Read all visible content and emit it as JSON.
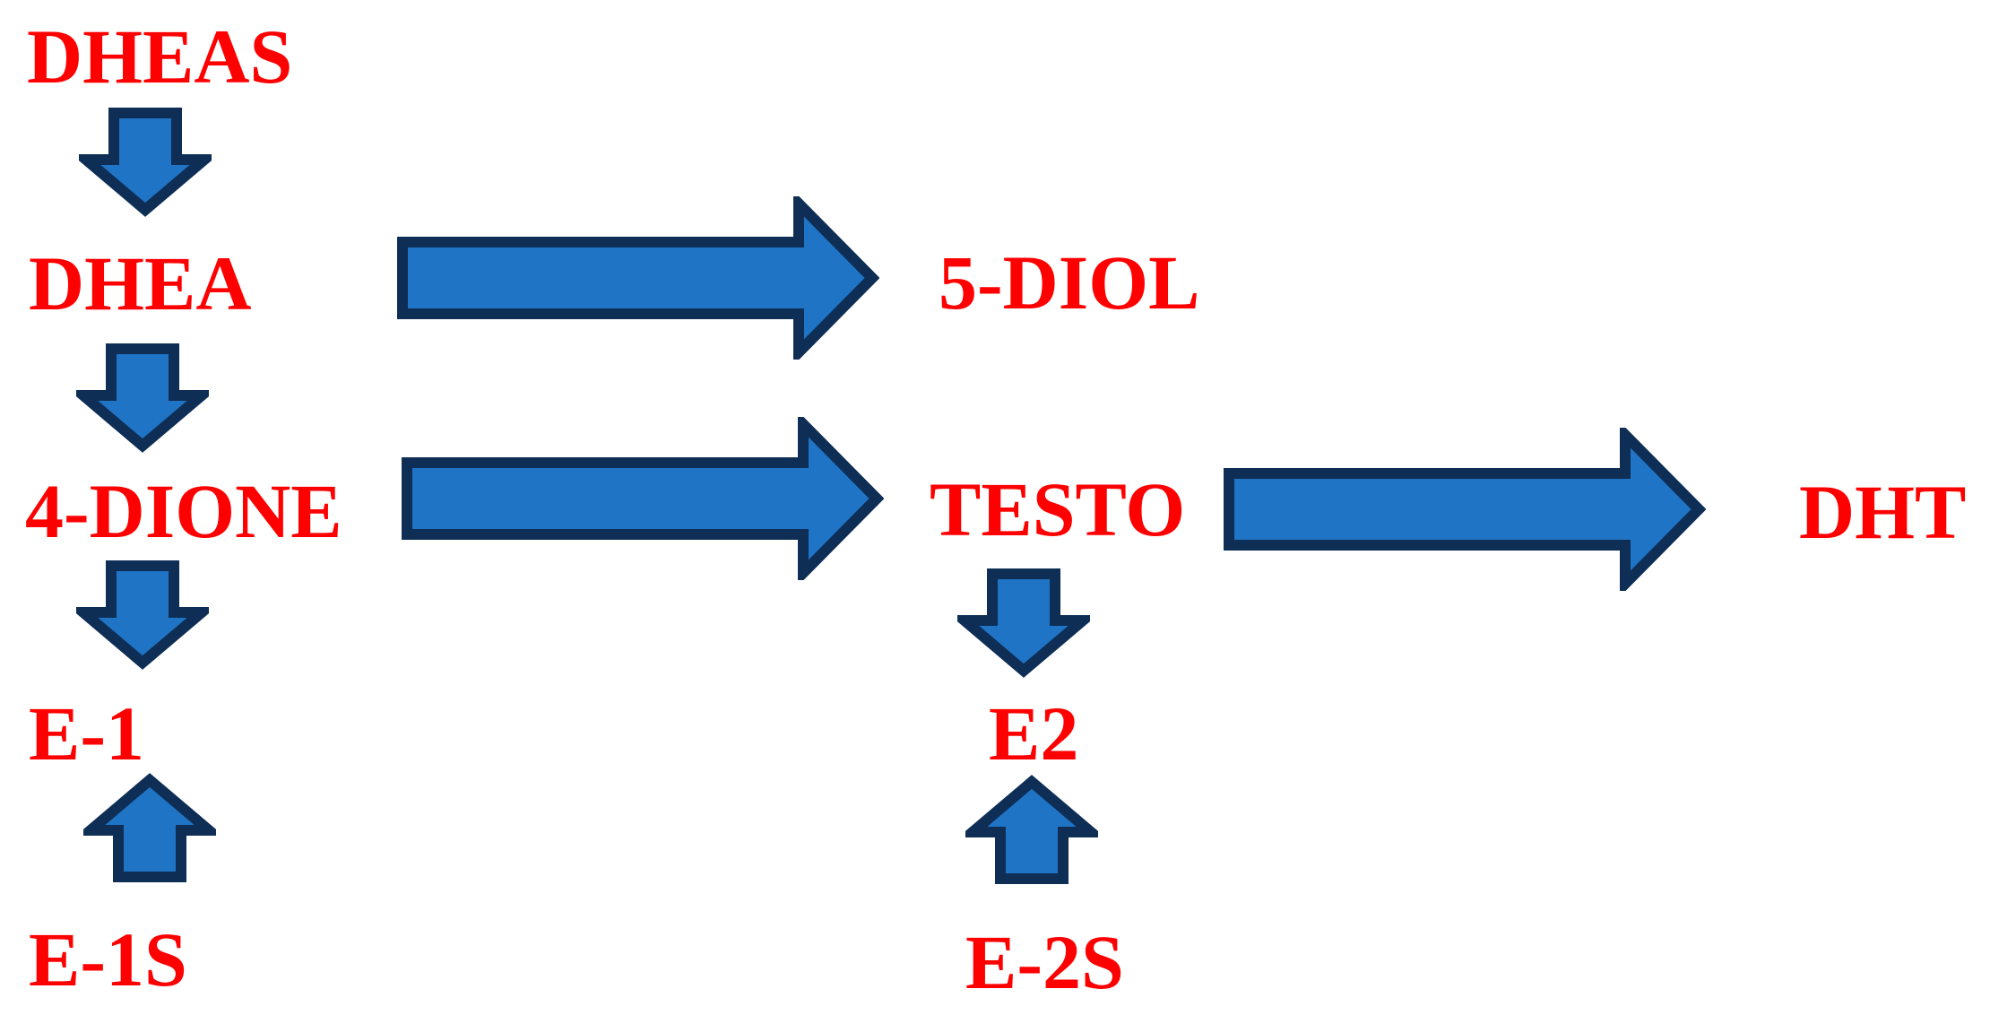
{
  "diagram": {
    "description": "Steroid hormone metabolism pathway flowchart",
    "colors": {
      "background": "#FFFFFF",
      "label": "#FF0000",
      "arrow_fill": "#1F74C5",
      "arrow_border": "#0E2E55"
    },
    "nodes": [
      {
        "id": "dheas",
        "label": "DHEAS"
      },
      {
        "id": "dhea",
        "label": "DHEA"
      },
      {
        "id": "4dione",
        "label": "4-DIONE"
      },
      {
        "id": "e1",
        "label": "E-1"
      },
      {
        "id": "e1s",
        "label": "E-1S"
      },
      {
        "id": "5diol",
        "label": "5-DIOL"
      },
      {
        "id": "testo",
        "label": "TESTO"
      },
      {
        "id": "e2",
        "label": "E2"
      },
      {
        "id": "e2s",
        "label": "E-2S"
      },
      {
        "id": "dht",
        "label": "DHT"
      }
    ],
    "edges": [
      {
        "from": "DHEAS",
        "to": "DHEA",
        "direction": "down"
      },
      {
        "from": "DHEA",
        "to": "5-DIOL",
        "direction": "right"
      },
      {
        "from": "DHEA",
        "to": "4-DIONE",
        "direction": "down"
      },
      {
        "from": "4-DIONE",
        "to": "TESTO",
        "direction": "right"
      },
      {
        "from": "4-DIONE",
        "to": "E-1",
        "direction": "down"
      },
      {
        "from": "E-1S",
        "to": "E-1",
        "direction": "up"
      },
      {
        "from": "TESTO",
        "to": "DHT",
        "direction": "right"
      },
      {
        "from": "TESTO",
        "to": "E2",
        "direction": "down"
      },
      {
        "from": "E-2S",
        "to": "E2",
        "direction": "up"
      }
    ]
  }
}
